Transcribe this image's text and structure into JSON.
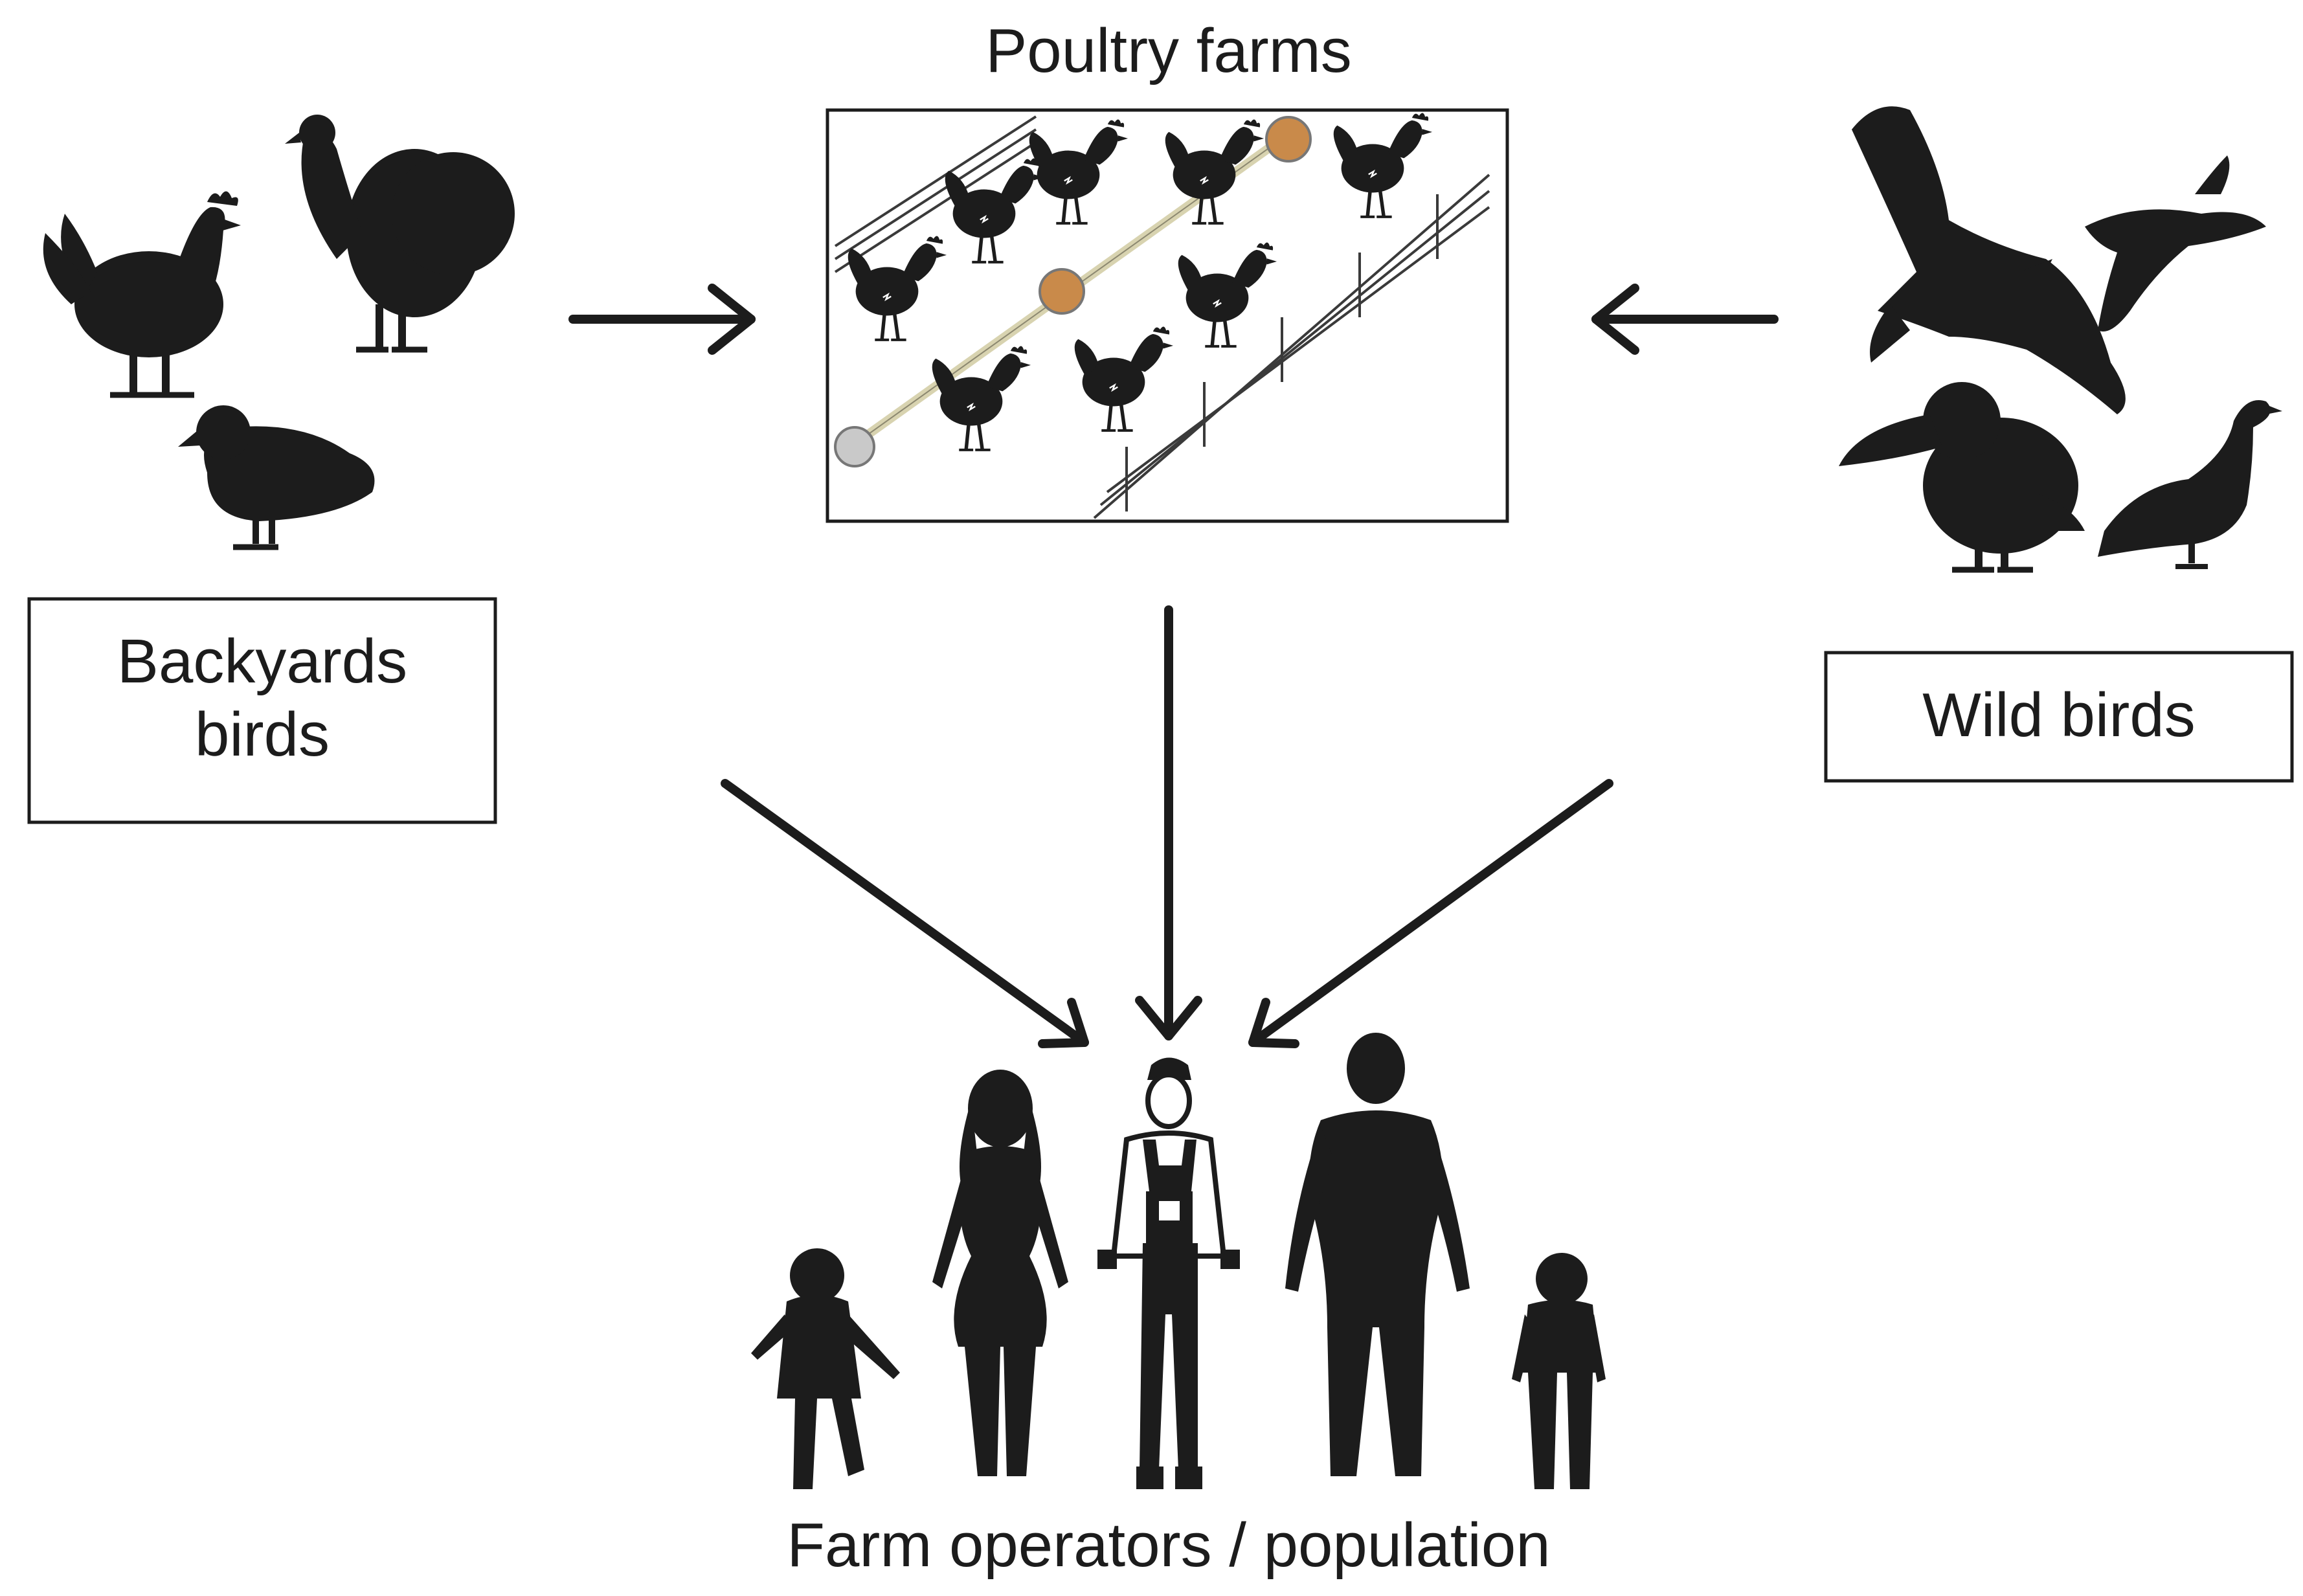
{
  "nodes": {
    "poultry_farms": {
      "title": "Poultry farms"
    },
    "backyard_birds": {
      "label_line1": "Backyards",
      "label_line2": "birds"
    },
    "wild_birds": {
      "label": "Wild birds"
    },
    "population": {
      "label": "Farm operators / population"
    }
  },
  "edges": [
    {
      "from": "backyard_birds",
      "to": "poultry_farms"
    },
    {
      "from": "wild_birds",
      "to": "poultry_farms"
    },
    {
      "from": "backyard_birds",
      "to": "population"
    },
    {
      "from": "poultry_farms",
      "to": "population"
    },
    {
      "from": "wild_birds",
      "to": "population"
    }
  ],
  "colors": {
    "ink": "#1c1c1c",
    "background": "#ffffff",
    "feeder": "#d8d3b0"
  },
  "icons": {
    "backyard": [
      "rooster-icon",
      "turkey-icon",
      "duck-icon"
    ],
    "farm": [
      "hen-icon",
      "feeder-line-icon",
      "fence-icon"
    ],
    "wild": [
      "eagle-icon",
      "goose-icon",
      "toucan-icon",
      "wild-duck-icon"
    ],
    "people": [
      "girl-icon",
      "woman-icon",
      "farmer-icon",
      "man-icon",
      "boy-icon"
    ]
  }
}
